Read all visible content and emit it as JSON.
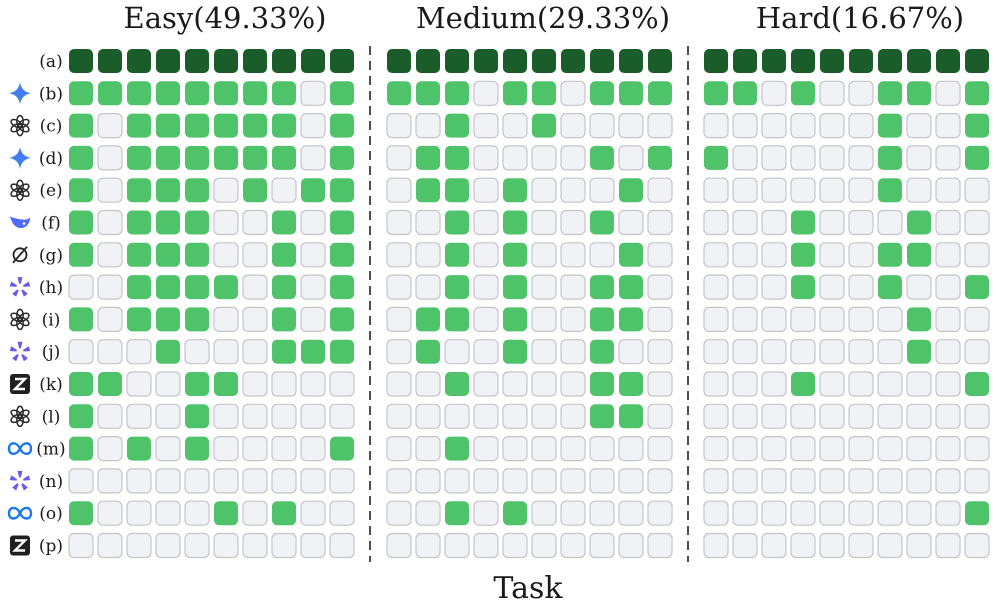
{
  "chart_data": {
    "type": "heatmap",
    "xlabel": "Task",
    "colors": {
      "reference": "#1a5c2a",
      "solved": "#4fc36a",
      "unsolved": "#f1f2f5",
      "unsolved_border": "#c3c5cb",
      "divider": "#222222"
    },
    "rows": [
      {
        "label": "(a)",
        "icon": "none-icon"
      },
      {
        "label": "(b)",
        "icon": "gemini-sparkle-icon"
      },
      {
        "label": "(c)",
        "icon": "openai-icon"
      },
      {
        "label": "(d)",
        "icon": "gemini-sparkle-icon"
      },
      {
        "label": "(e)",
        "icon": "openai-icon"
      },
      {
        "label": "(f)",
        "icon": "deepseek-whale-icon"
      },
      {
        "label": "(g)",
        "icon": "slashed-circle-icon"
      },
      {
        "label": "(h)",
        "icon": "claude-burst-icon"
      },
      {
        "label": "(i)",
        "icon": "openai-icon"
      },
      {
        "label": "(j)",
        "icon": "claude-burst-icon"
      },
      {
        "label": "(k)",
        "icon": "z-logo-icon"
      },
      {
        "label": "(l)",
        "icon": "openai-icon"
      },
      {
        "label": "(m)",
        "icon": "meta-infinity-icon"
      },
      {
        "label": "(n)",
        "icon": "claude-burst-icon"
      },
      {
        "label": "(o)",
        "icon": "meta-infinity-icon"
      },
      {
        "label": "(p)",
        "icon": "z-logo-icon"
      }
    ],
    "panels": [
      {
        "title": "Easy(49.33%)",
        "grid": [
          [
            2,
            2,
            2,
            2,
            2,
            2,
            2,
            2,
            2,
            2
          ],
          [
            1,
            1,
            1,
            1,
            1,
            1,
            1,
            1,
            0,
            1
          ],
          [
            1,
            0,
            1,
            1,
            1,
            1,
            1,
            1,
            0,
            1
          ],
          [
            1,
            0,
            1,
            1,
            1,
            1,
            1,
            1,
            0,
            1
          ],
          [
            1,
            0,
            1,
            1,
            1,
            0,
            1,
            0,
            1,
            1
          ],
          [
            1,
            0,
            1,
            1,
            1,
            0,
            0,
            1,
            0,
            1
          ],
          [
            1,
            0,
            1,
            1,
            1,
            0,
            0,
            1,
            0,
            1
          ],
          [
            0,
            0,
            1,
            1,
            1,
            1,
            0,
            1,
            0,
            1
          ],
          [
            1,
            0,
            1,
            1,
            1,
            0,
            0,
            1,
            0,
            1
          ],
          [
            0,
            0,
            0,
            1,
            0,
            0,
            0,
            1,
            1,
            1
          ],
          [
            1,
            1,
            0,
            0,
            1,
            1,
            0,
            0,
            0,
            0
          ],
          [
            1,
            0,
            0,
            0,
            1,
            0,
            0,
            0,
            0,
            0
          ],
          [
            1,
            0,
            1,
            0,
            1,
            0,
            0,
            0,
            0,
            1
          ],
          [
            0,
            0,
            0,
            0,
            0,
            0,
            0,
            0,
            0,
            0
          ],
          [
            1,
            0,
            0,
            0,
            0,
            1,
            0,
            1,
            0,
            0
          ],
          [
            0,
            0,
            0,
            0,
            0,
            0,
            0,
            0,
            0,
            0
          ]
        ]
      },
      {
        "title": "Medium(29.33%)",
        "grid": [
          [
            2,
            2,
            2,
            2,
            2,
            2,
            2,
            2,
            2,
            2
          ],
          [
            1,
            1,
            1,
            0,
            1,
            1,
            0,
            1,
            1,
            1
          ],
          [
            0,
            0,
            1,
            0,
            0,
            1,
            0,
            0,
            0,
            0
          ],
          [
            0,
            1,
            1,
            0,
            0,
            0,
            0,
            1,
            0,
            1
          ],
          [
            0,
            1,
            1,
            0,
            1,
            0,
            0,
            0,
            1,
            0
          ],
          [
            0,
            0,
            1,
            0,
            1,
            0,
            0,
            1,
            0,
            0
          ],
          [
            0,
            0,
            1,
            0,
            1,
            0,
            0,
            0,
            1,
            0
          ],
          [
            0,
            0,
            1,
            0,
            1,
            0,
            0,
            1,
            1,
            0
          ],
          [
            0,
            1,
            1,
            0,
            1,
            0,
            0,
            1,
            1,
            0
          ],
          [
            0,
            1,
            0,
            0,
            1,
            0,
            0,
            1,
            0,
            0
          ],
          [
            0,
            0,
            1,
            0,
            0,
            0,
            0,
            1,
            1,
            0
          ],
          [
            0,
            0,
            0,
            0,
            0,
            0,
            0,
            1,
            1,
            0
          ],
          [
            0,
            0,
            1,
            0,
            0,
            0,
            0,
            0,
            0,
            0
          ],
          [
            0,
            0,
            0,
            0,
            0,
            0,
            0,
            0,
            0,
            0
          ],
          [
            0,
            0,
            1,
            0,
            1,
            0,
            0,
            0,
            0,
            0
          ],
          [
            0,
            0,
            0,
            0,
            0,
            0,
            0,
            0,
            0,
            0
          ]
        ]
      },
      {
        "title": "Hard(16.67%)",
        "grid": [
          [
            2,
            2,
            2,
            2,
            2,
            2,
            2,
            2,
            2,
            2
          ],
          [
            1,
            1,
            0,
            1,
            0,
            0,
            1,
            1,
            0,
            1
          ],
          [
            0,
            0,
            0,
            0,
            0,
            0,
            1,
            0,
            0,
            1
          ],
          [
            1,
            0,
            0,
            0,
            0,
            0,
            1,
            0,
            0,
            1
          ],
          [
            0,
            0,
            0,
            0,
            0,
            0,
            1,
            0,
            0,
            0
          ],
          [
            0,
            0,
            0,
            1,
            0,
            0,
            0,
            1,
            0,
            0
          ],
          [
            0,
            0,
            0,
            1,
            0,
            0,
            1,
            1,
            0,
            0
          ],
          [
            0,
            0,
            0,
            1,
            0,
            0,
            1,
            0,
            0,
            1
          ],
          [
            0,
            0,
            0,
            0,
            0,
            0,
            0,
            1,
            0,
            0
          ],
          [
            0,
            0,
            0,
            0,
            0,
            0,
            0,
            1,
            0,
            0
          ],
          [
            0,
            0,
            0,
            1,
            0,
            0,
            0,
            0,
            0,
            1
          ],
          [
            0,
            0,
            0,
            0,
            0,
            0,
            0,
            0,
            0,
            0
          ],
          [
            0,
            0,
            0,
            0,
            0,
            0,
            0,
            0,
            0,
            0
          ],
          [
            0,
            0,
            0,
            0,
            0,
            0,
            0,
            0,
            0,
            0
          ],
          [
            0,
            0,
            0,
            0,
            0,
            0,
            0,
            0,
            0,
            1
          ],
          [
            0,
            0,
            0,
            0,
            0,
            0,
            0,
            0,
            0,
            0
          ]
        ]
      }
    ]
  }
}
